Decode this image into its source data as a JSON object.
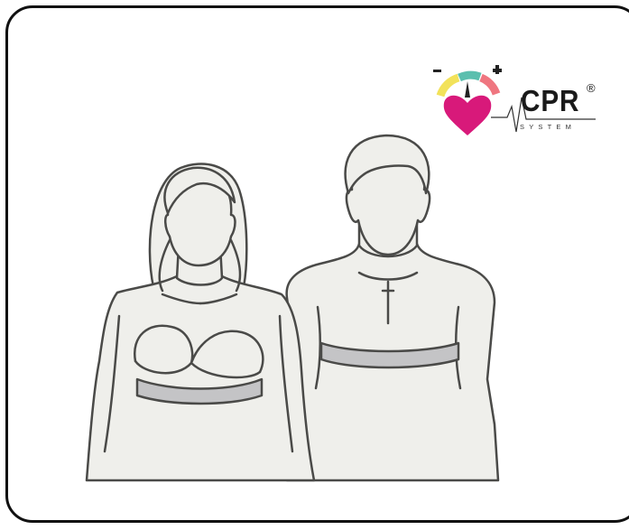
{
  "logo": {
    "wordmark": "CPR",
    "registered": "®",
    "subtitle": "SYSTEM",
    "minus_symbol": "−",
    "plus_symbol": "+"
  },
  "colors": {
    "frame": "#111111",
    "skin": "#efefeb",
    "outline": "#4a4a48",
    "strap": "#c4c4c6",
    "heart": "#d8197a",
    "gauge_yellow": "#f2e25a",
    "gauge_teal": "#5bbfae",
    "gauge_pink": "#ef7680"
  },
  "figures": [
    "woman-with-chest-strap",
    "man-with-chest-strap"
  ]
}
